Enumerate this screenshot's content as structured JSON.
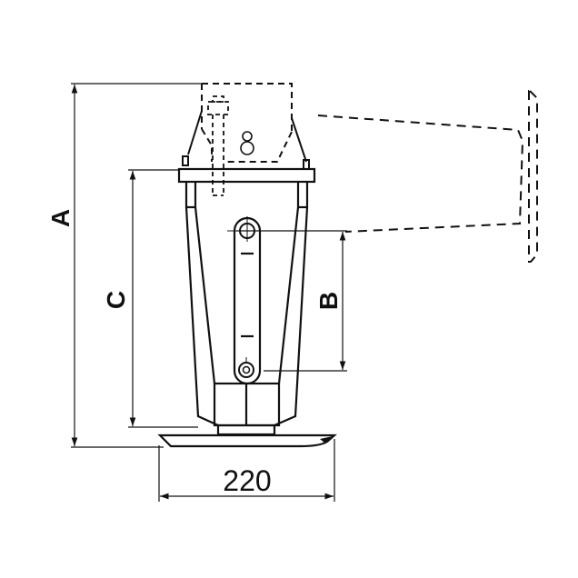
{
  "diagram": {
    "type": "technical-drawing",
    "subject": "jack leg with foot plate, side elevation",
    "line_color": "#111111",
    "background": "#ffffff"
  },
  "dimensions": {
    "A": {
      "label": "A",
      "orientation": "vertical",
      "description": "overall height"
    },
    "B": {
      "label": "B",
      "orientation": "vertical",
      "description": "pin-to-pin distance"
    },
    "C": {
      "label": "C",
      "orientation": "vertical",
      "description": "body height"
    },
    "width": {
      "label": "220",
      "orientation": "horizontal",
      "description": "foot plate width"
    }
  }
}
